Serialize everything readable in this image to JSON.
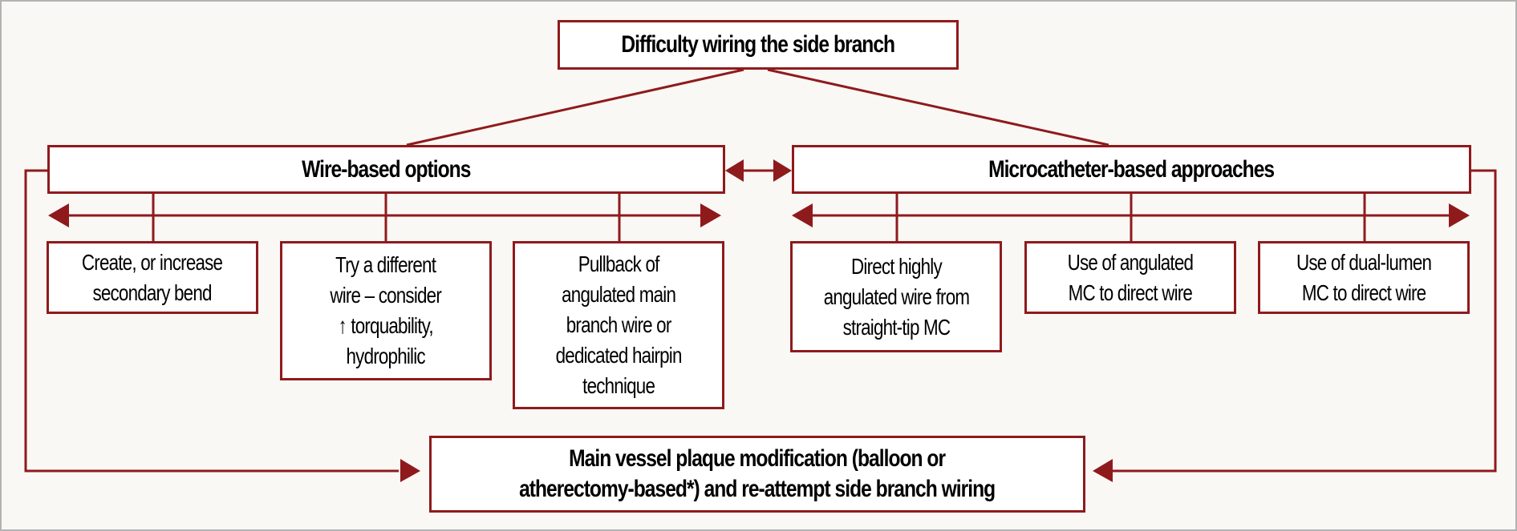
{
  "colors": {
    "accent": "#8f1a1c",
    "background": "#f9f8f5",
    "box_fill": "#ffffff",
    "text": "#000000"
  },
  "root": {
    "label": "Difficulty wiring the side branch"
  },
  "categories": [
    {
      "label": "Wire-based options",
      "options": [
        {
          "label": "Create, or increase\nsecondary bend"
        },
        {
          "label": "Try a different\nwire – consider\n↑ torquability,\nhydrophilic"
        },
        {
          "label": "Pullback of\nangulated main\nbranch wire or\ndedicated hairpin\ntechnique"
        }
      ]
    },
    {
      "label": "Microcatheter-based approaches",
      "options": [
        {
          "label": "Direct highly\nangulated wire from\nstraight-tip MC"
        },
        {
          "label": "Use of angulated\nMC to direct wire"
        },
        {
          "label": "Use of dual-lumen\nMC to direct wire"
        }
      ]
    }
  ],
  "final": {
    "label": "Main vessel plaque modification (balloon or\natherectomy-based*) and re-attempt side branch wiring"
  },
  "connectors": {
    "root_to_categories": "branch",
    "between_categories": "bidirectional-arrow",
    "category_option_spans": "bidirectional-arrow",
    "categories_to_final": "arrow"
  }
}
